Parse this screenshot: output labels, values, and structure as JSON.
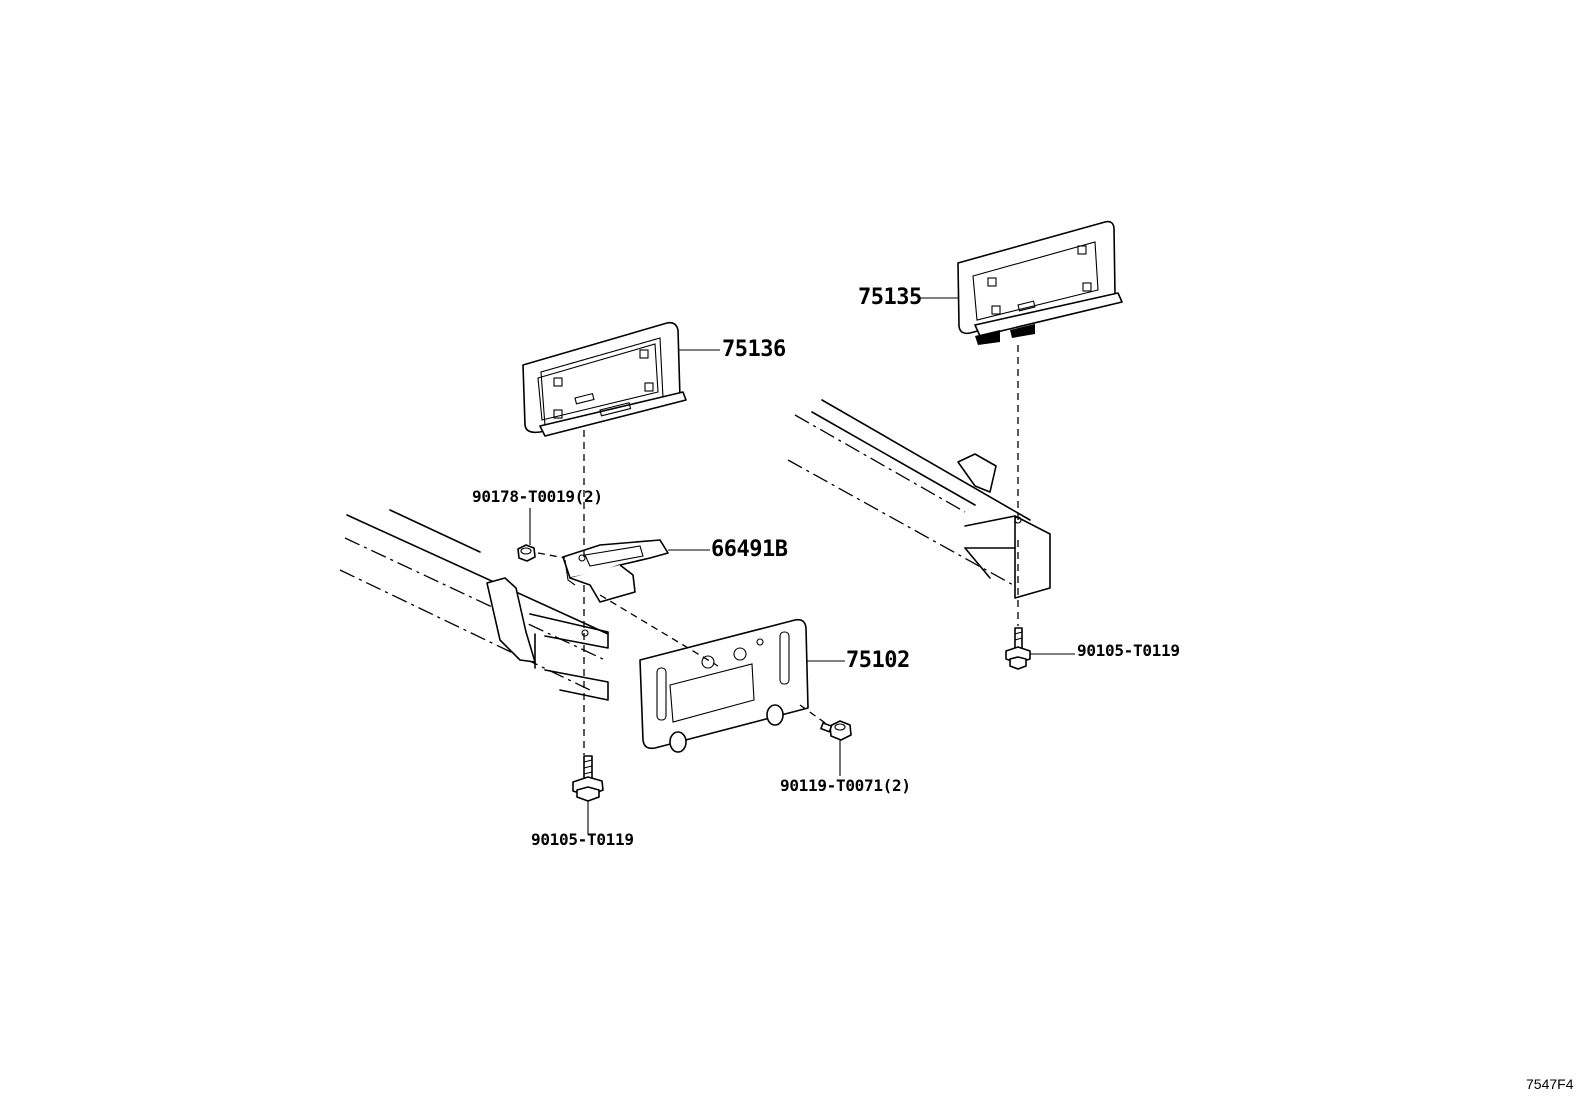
{
  "diagram": {
    "code": "7547F4",
    "parts": {
      "p75136": "75136",
      "p75135": "75135",
      "p66491B": "66491B",
      "p75102": "75102",
      "p90178": "90178-T0019(2)",
      "p90105_left": "90105-T0119",
      "p90105_right": "90105-T0119",
      "p90119": "90119-T0071(2)"
    }
  }
}
